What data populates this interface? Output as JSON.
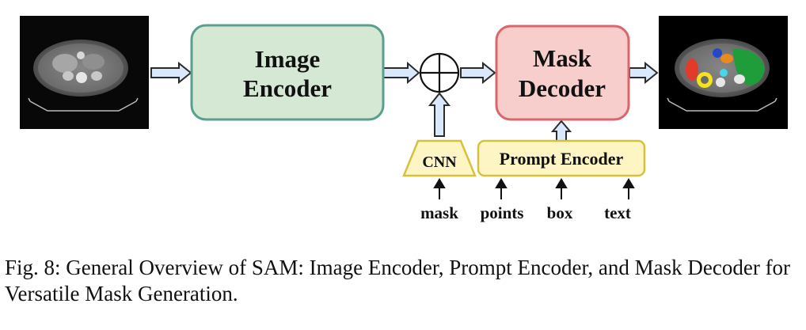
{
  "diagram": {
    "image_encoder": {
      "line1": "Image",
      "line2": "Encoder"
    },
    "mask_decoder": {
      "line1": "Mask",
      "line2": "Decoder"
    },
    "cnn": "CNN",
    "prompt_encoder": "Prompt Encoder",
    "inputs": {
      "mask": "mask",
      "points": "points",
      "box": "box",
      "text": "text"
    },
    "colors": {
      "image_encoder_fill": "#d5e8d4",
      "image_encoder_stroke": "#5a9e8f",
      "mask_decoder_fill": "#f8cecc",
      "mask_decoder_stroke": "#d9666b",
      "prompt_fill": "#fdf5c4",
      "prompt_stroke": "#d6c23a",
      "arrow_fill": "#dae8fc",
      "arrow_stroke": "#2b2b2b"
    }
  },
  "caption": "Fig. 8: General Overview of SAM: Image Encoder, Prompt Encoder, and Mask Decoder for Versatile Mask Generation."
}
